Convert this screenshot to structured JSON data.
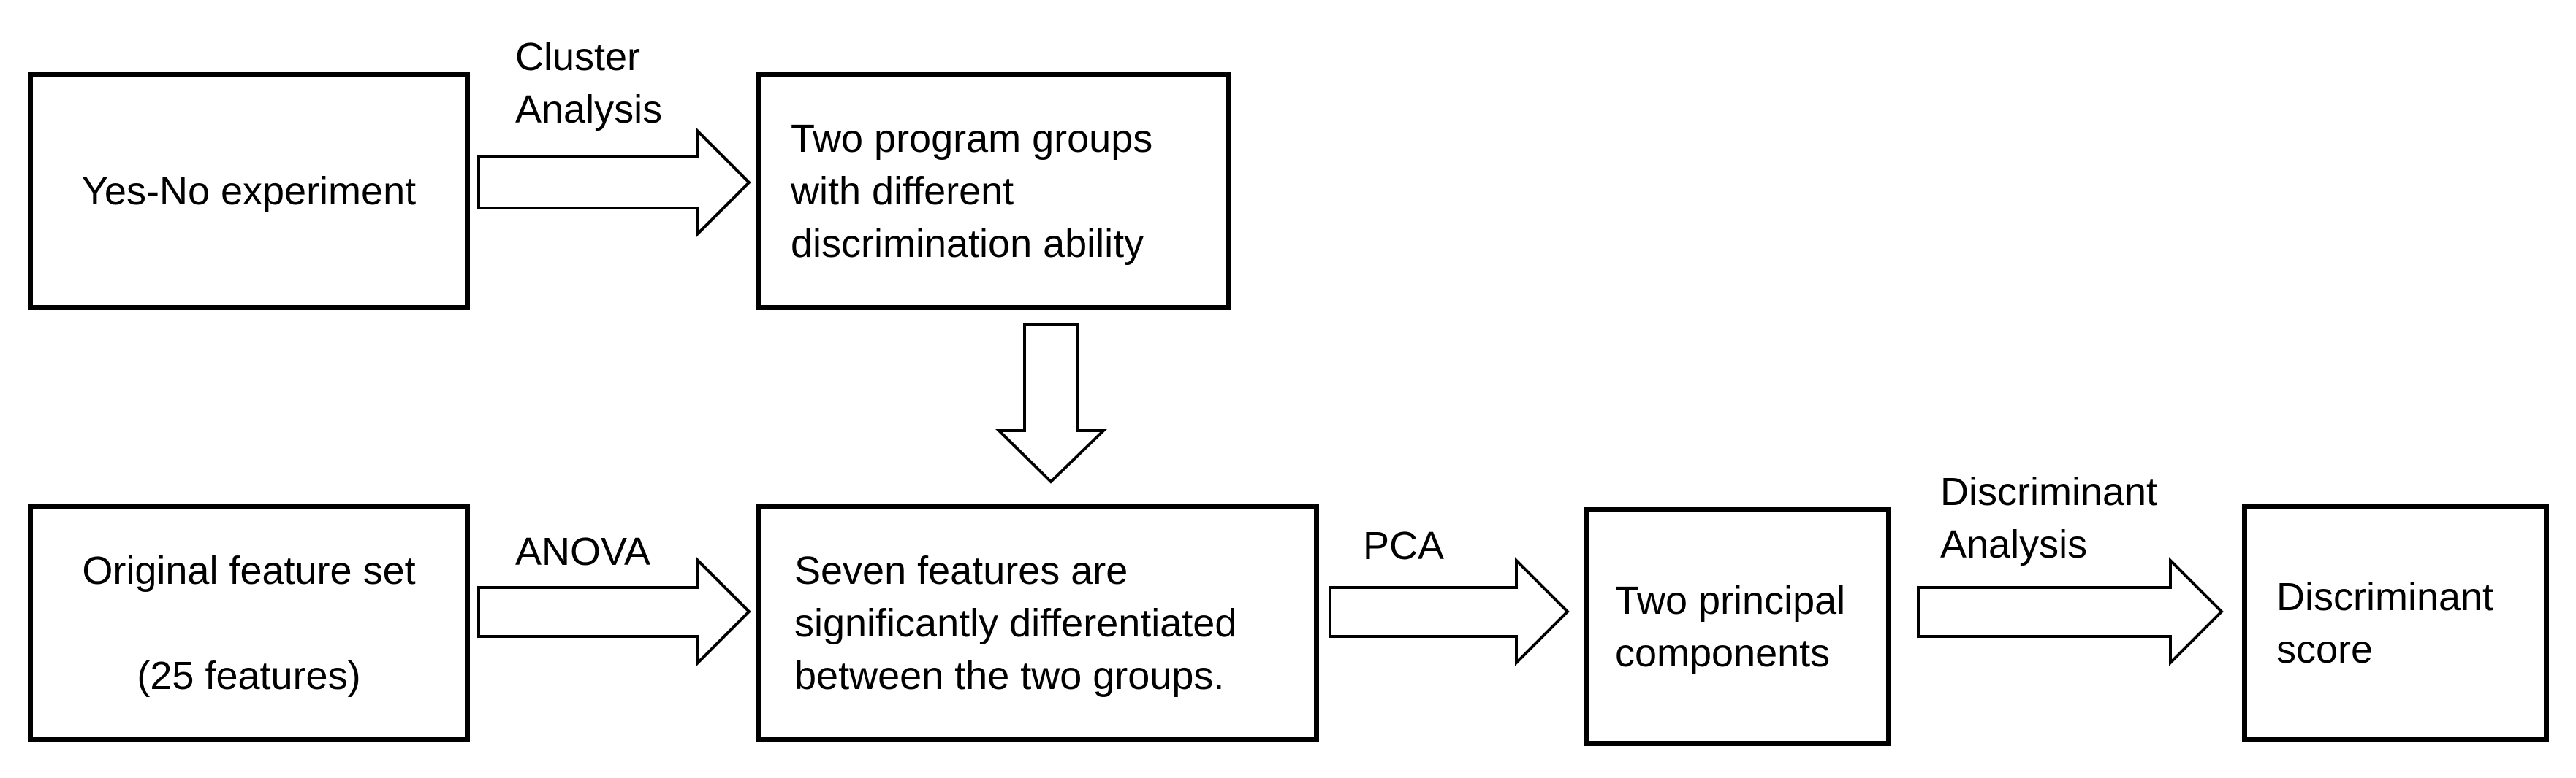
{
  "boxes": {
    "yes_no": "Yes-No experiment",
    "two_groups": "Two program groups\nwith different\ndiscrimination ability",
    "original_set": "Original feature set\n\n(25 features)",
    "seven_features": "Seven features are\nsignificantly differentiated\nbetween the two groups.",
    "principal": "Two principal\ncomponents",
    "score": "Discriminant\nscore"
  },
  "arrow_labels": {
    "cluster": "Cluster\nAnalysis",
    "anova": "ANOVA",
    "pca": "PCA",
    "discriminant": "Discriminant\nAnalysis"
  }
}
